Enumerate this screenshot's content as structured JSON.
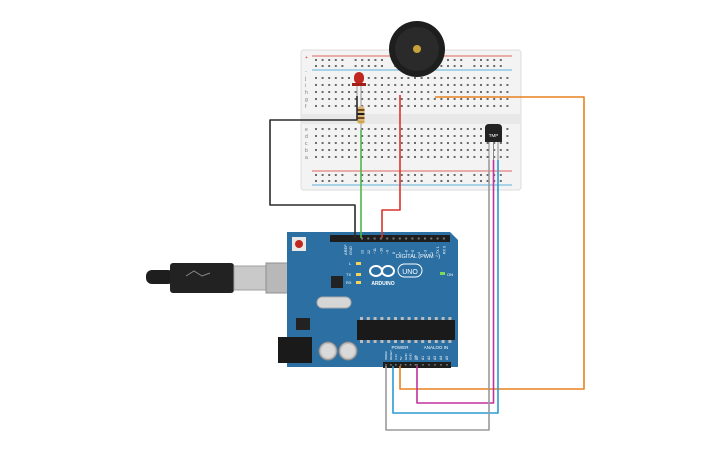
{
  "board": {
    "brand": "ARDUINO",
    "model": "UNO",
    "digital_label": "DIGITAL (PWM ~)",
    "power_label": "POWER",
    "analog_label": "ANALOG IN",
    "aref": "AREF",
    "gnd": "GND",
    "tx": "TX",
    "rx": "RX",
    "l": "L",
    "on": "ON",
    "digital_pins": [
      "13",
      "12",
      "~11",
      "~10",
      "~9",
      "8",
      "7",
      "~6",
      "~5",
      "4",
      "~3",
      "2",
      "TX 1",
      "RX 0"
    ],
    "power_pins": [
      "IOREF",
      "RESET",
      "3.3V",
      "5V",
      "GND",
      "GND",
      "VIN"
    ],
    "analog_pins": [
      "A0",
      "A1",
      "A2",
      "A3",
      "A4",
      "A5"
    ]
  },
  "sensor": {
    "label": "TMP"
  },
  "breadboard": {
    "row_letters_top": [
      "j",
      "i",
      "h",
      "g",
      "f"
    ],
    "row_letters_bottom": [
      "e",
      "d",
      "c",
      "b",
      "a"
    ],
    "rail_plus": "+",
    "rail_minus": "-"
  },
  "colors": {
    "board_blue": "#2b6fa3",
    "wire_black": "#2b2b2b",
    "wire_green": "#4db848",
    "wire_red": "#d9342b",
    "wire_orange": "#e8821e",
    "wire_magenta": "#c2319c",
    "wire_blue": "#2a9bd2",
    "wire_gray": "#9a9a9a",
    "led_red": "#c0271f"
  }
}
